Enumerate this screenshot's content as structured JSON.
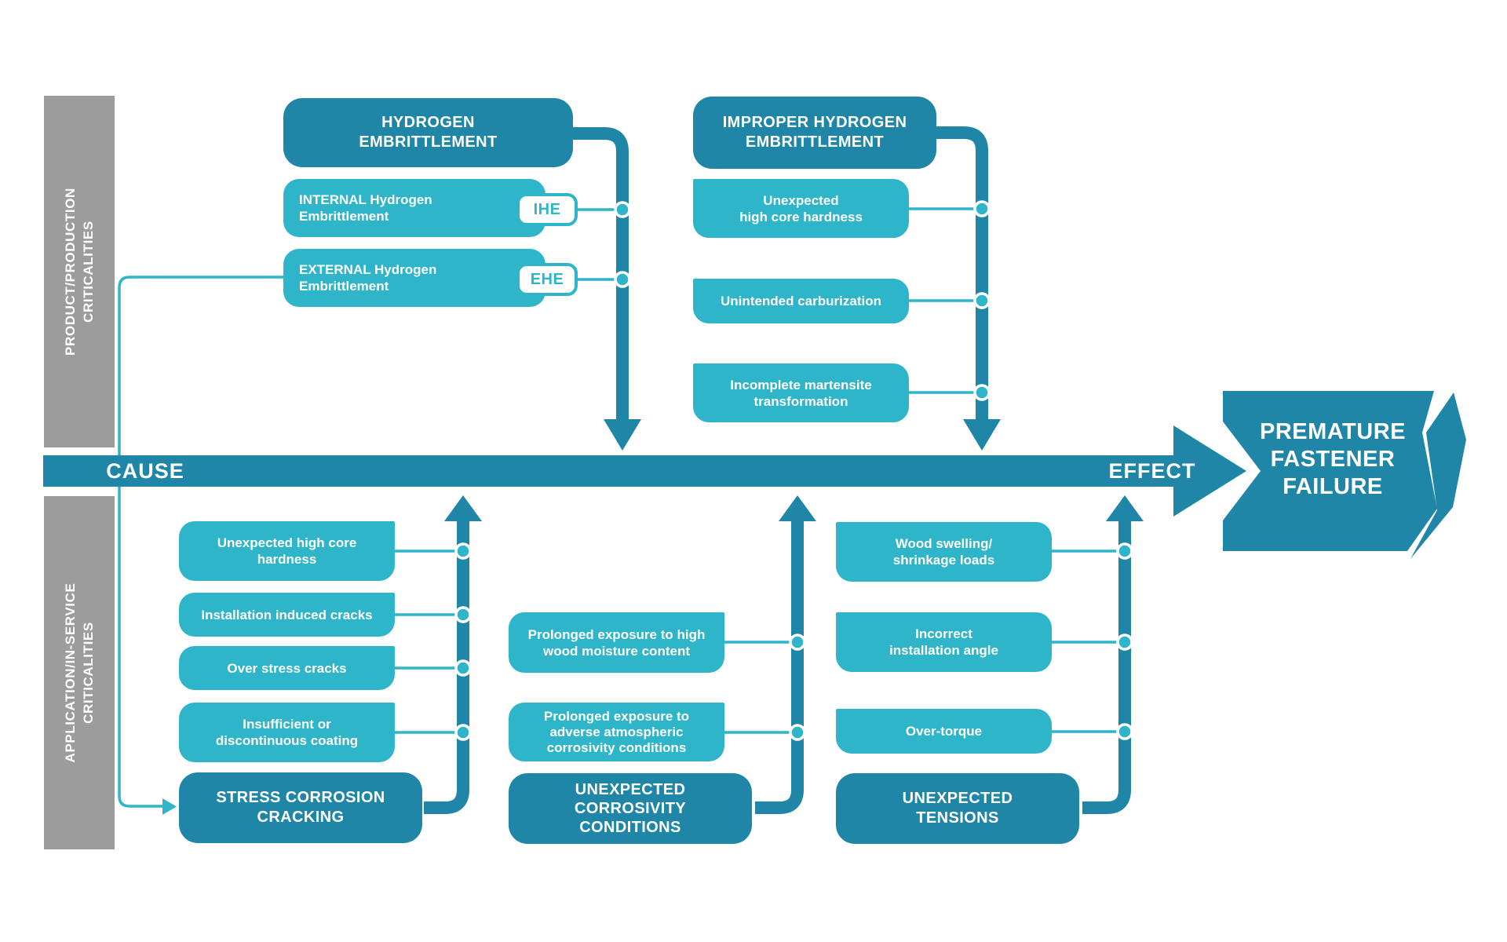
{
  "palette": {
    "dark_teal": "#1F86A8",
    "light_teal": "#2EB5C9",
    "gray": "#9C9C9C",
    "white": "#FFFFFF"
  },
  "sidebar": {
    "top_label": "PRODUCT/PRODUCTION\nCRITICALITIES",
    "bottom_label": "APPLICATION/IN-SERVICE\nCRITICALITIES"
  },
  "axis": {
    "cause_label": "CAUSE",
    "effect_label": "EFFECT"
  },
  "effect_box": {
    "label": "PREMATURE\nFASTENER\nFAILURE"
  },
  "groups": {
    "hydrogen_embrittlement": {
      "header": "HYDROGEN\nEMBRITTLEMENT",
      "items": [
        {
          "label": "INTERNAL Hydrogen\nEmbrittlement",
          "badge": "IHE"
        },
        {
          "label": "EXTERNAL Hydrogen\nEmbrittlement",
          "badge": "EHE"
        }
      ]
    },
    "improper_hydrogen_embrittlement": {
      "header": "IMPROPER HYDROGEN\nEMBRITTLEMENT",
      "items": [
        {
          "label": "Unexpected\nhigh core hardness"
        },
        {
          "label": "Unintended carburization"
        },
        {
          "label": "Incomplete martensite\ntransformation"
        }
      ]
    },
    "stress_corrosion_cracking": {
      "header": "STRESS CORROSION\nCRACKING",
      "items": [
        {
          "label": "Unexpected high core\nhardness"
        },
        {
          "label": "Installation induced cracks"
        },
        {
          "label": "Over stress cracks"
        },
        {
          "label": "Insufficient or\ndiscontinuous coating"
        }
      ]
    },
    "unexpected_corrosivity_conditions": {
      "header": "UNEXPECTED\nCORROSIVITY\nCONDITIONS",
      "items": [
        {
          "label": "Prolonged exposure to high\nwood moisture content"
        },
        {
          "label": "Prolonged exposure to\nadverse atmospheric\ncorrosivity conditions"
        }
      ]
    },
    "unexpected_tensions": {
      "header": "UNEXPECTED\nTENSIONS",
      "items": [
        {
          "label": "Wood swelling/\nshrinkage loads"
        },
        {
          "label": "Incorrect\ninstallation angle"
        },
        {
          "label": "Over-torque"
        }
      ]
    }
  }
}
